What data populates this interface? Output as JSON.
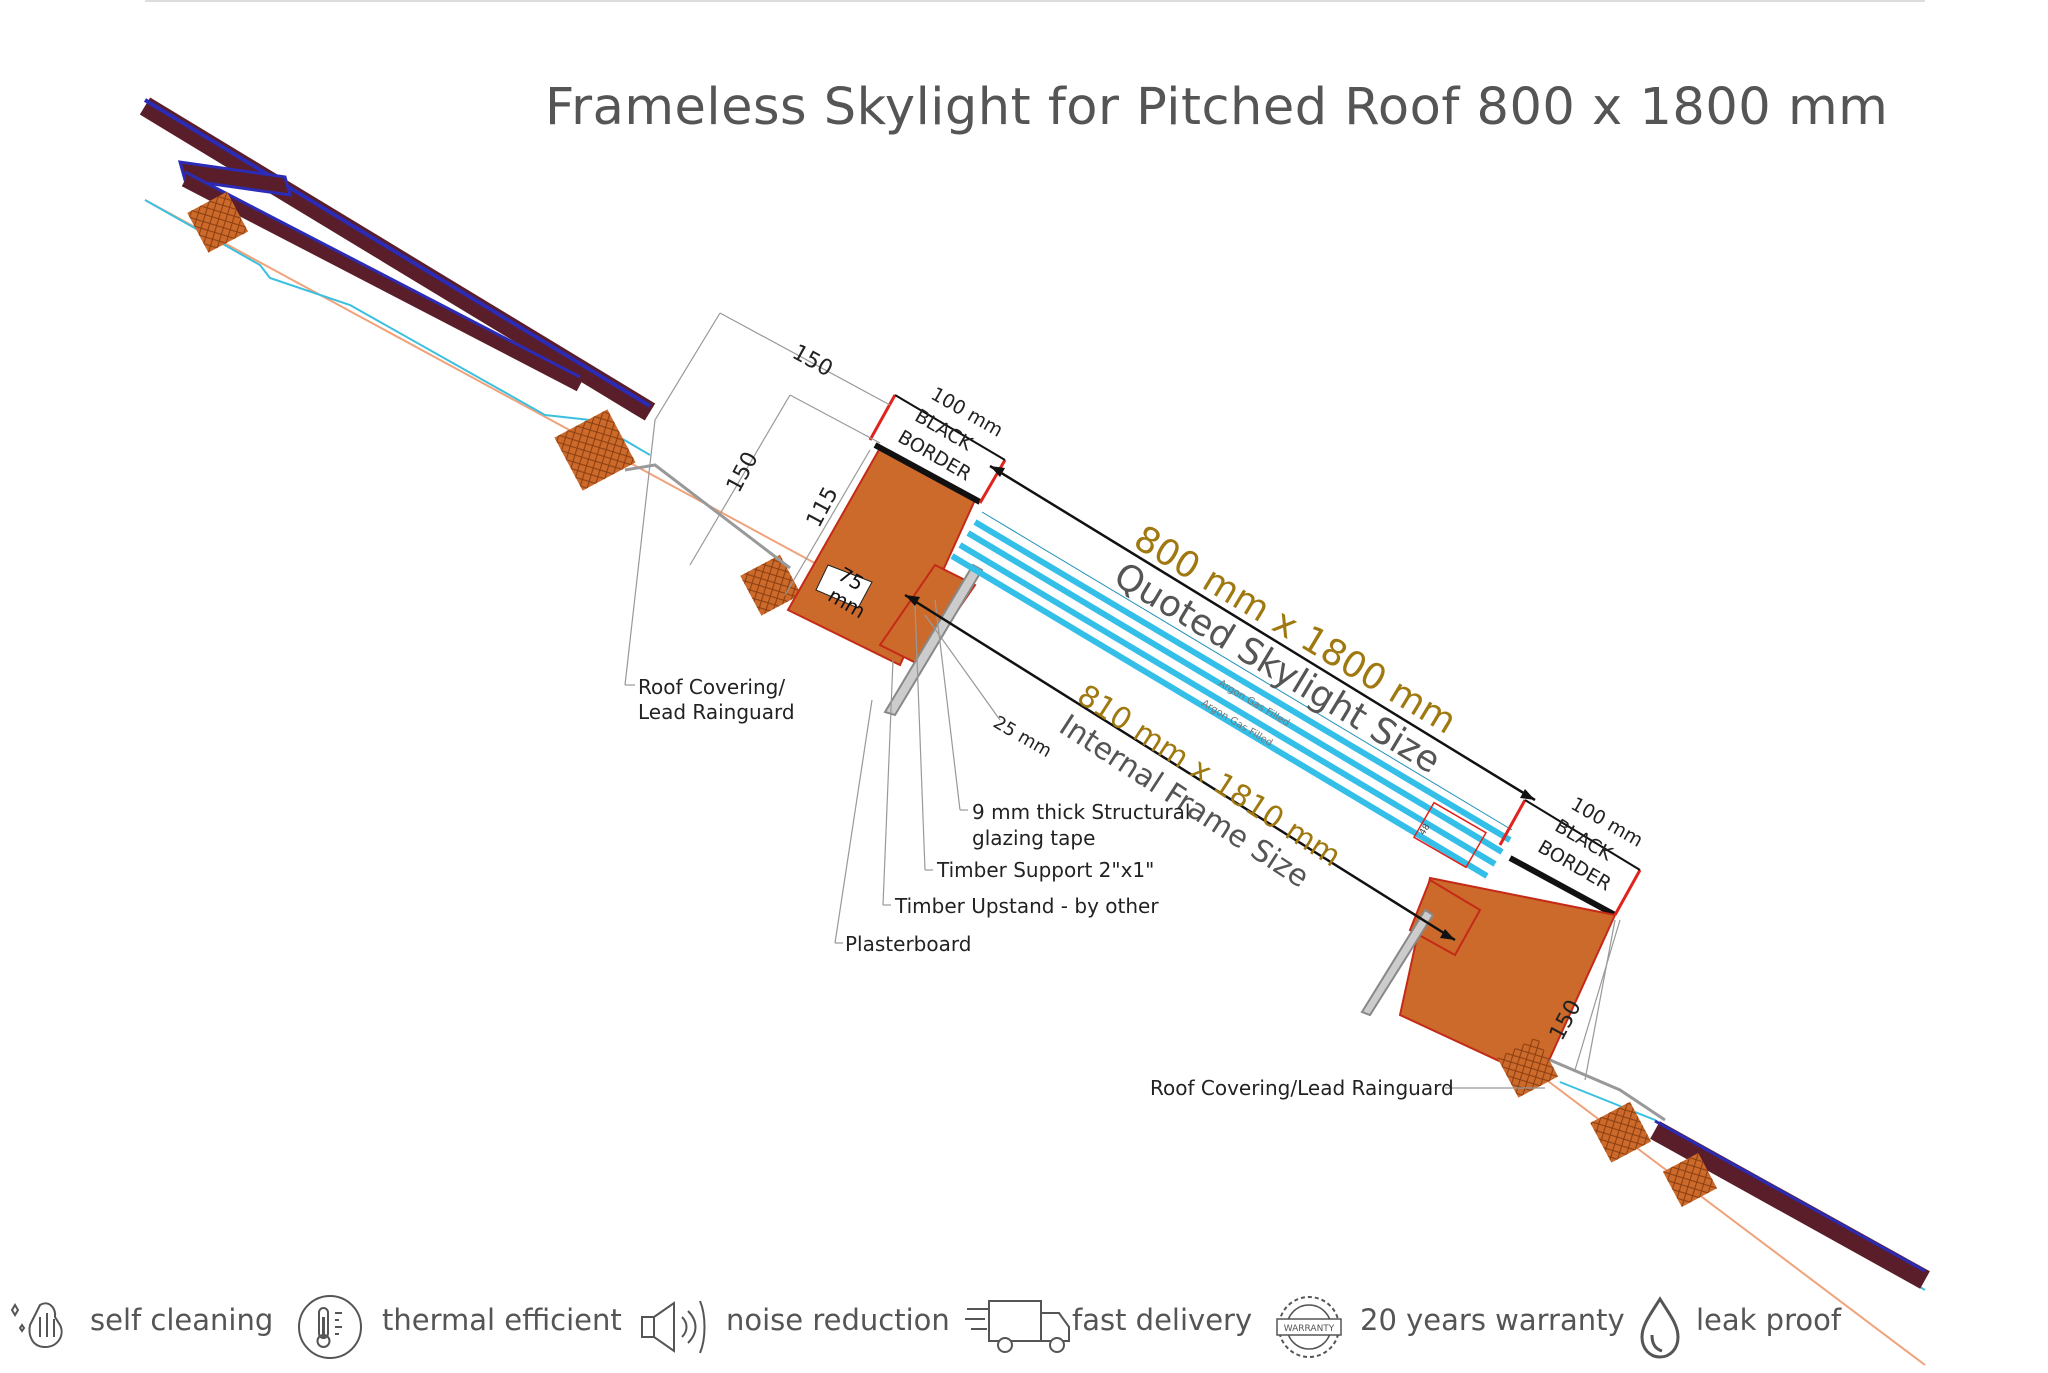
{
  "title": "Frameless Skylight for Pitched Roof 800 x 1800 mm",
  "dimensions": {
    "left_top_150": "150",
    "left_side_150": "150",
    "left_115": "115",
    "left_75_a": "75",
    "left_75_b": "mm",
    "border_left_a": "100 mm",
    "border_left_b": "BLACK",
    "border_left_c": "BORDER",
    "border_right_a": "100 mm",
    "border_right_b": "BLACK",
    "border_right_c": "BORDER",
    "gap_25": "25 mm",
    "right_150": "150",
    "quoted_size": "800 mm x 1800 mm",
    "quoted_label": "Quoted Skylight Size",
    "internal_size": "810 mm x 1810 mm",
    "internal_label": "Internal Frame Size",
    "argon_1": "Argon Gas Filled",
    "argon_2": "Argon Gas Filled",
    "spacer_48": "48"
  },
  "callouts": {
    "roof_covering_left_a": "Roof Covering/",
    "roof_covering_left_b": "Lead Rainguard",
    "glazing_tape_a": "9 mm thick Structural",
    "glazing_tape_b": "glazing tape",
    "timber_support": "Timber Support 2\"x1\"",
    "timber_upstand": "Timber Upstand - by other",
    "plasterboard": "Plasterboard",
    "roof_covering_right": "Roof Covering/Lead Rainguard"
  },
  "features": [
    {
      "label": "self cleaning",
      "icon": "hand-sparkle-icon"
    },
    {
      "label": "thermal efficient",
      "icon": "thermometer-icon"
    },
    {
      "label": "noise reduction",
      "icon": "speaker-icon"
    },
    {
      "label": "fast delivery",
      "icon": "truck-icon"
    },
    {
      "label": "20 years warranty",
      "icon": "warranty-badge-icon"
    },
    {
      "label": "leak proof",
      "icon": "droplet-icon"
    }
  ],
  "warranty_badge_text": "WARRANTY",
  "colors": {
    "tile_dark": "#5a1e2a",
    "tile_edge": "#2b2bb5",
    "timber": "#cc6a2b",
    "glass": "#33bfe8",
    "red_line": "#e0231c",
    "membrane": "#3cc0e0",
    "felt": "#f0a27a",
    "dimension_text": "#a07810",
    "text_gray": "#555555"
  }
}
